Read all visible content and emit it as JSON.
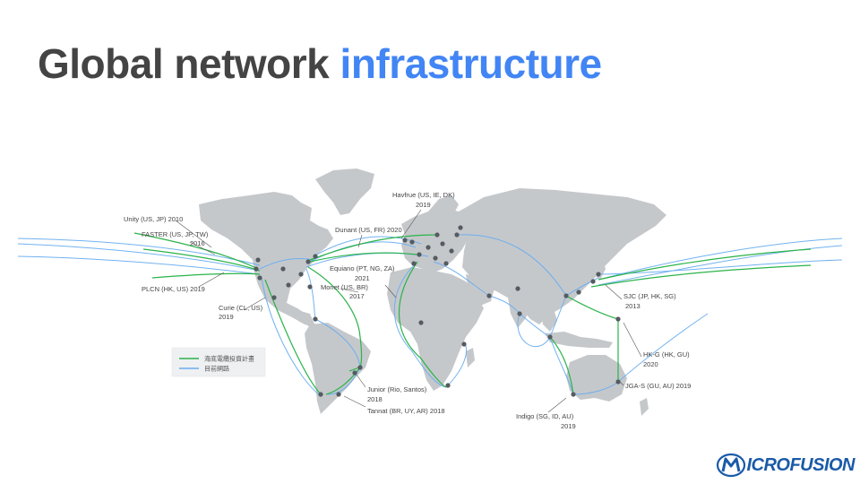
{
  "title": {
    "part1": "Global network",
    "part2": "infrastructure"
  },
  "colors": {
    "title_dark": "#444444",
    "title_accent": "#4285f4",
    "land": "#c5c8cb",
    "cable_green": "#2bb34a",
    "cable_blue": "#6aaef0",
    "node": "#555b61",
    "logo": "#1a5aa8"
  },
  "legend": {
    "green": "海底電纜投資計畫",
    "blue": "目前網路"
  },
  "labels": {
    "unity": "Unity (US, JP) 2010",
    "faster1": "FASTER (US, JP, TW)",
    "faster2": "2016",
    "plcn": "PLCN (HK, US) 2019",
    "curie1": "Curie (CL, US)",
    "curie2": "2019",
    "havfrue1": "Havfrue (US, IE, DK)",
    "havfrue2": "2019",
    "dunant": "Dunant (US, FR) 2020",
    "equiano1": "Equiano (PT, NG, ZA)",
    "equiano2": "2021",
    "monet1": "Monet (US, BR)",
    "monet2": "2017",
    "junior1": "Junior (Rio, Santos)",
    "junior2": "2018",
    "tannat": "Tannat (BR, UY, AR) 2018",
    "sjc1": "SJC (JP, HK, SG)",
    "sjc2": "2013",
    "hkg1": "HK-G (HK, GU)",
    "hkg2": "2020",
    "jgas": "JGA-S (GU, AU) 2019",
    "indigo1": "Indigo (SG, ID, AU)",
    "indigo2": "2019"
  },
  "logo": {
    "text": "ICROFUSION",
    "icon": "m-swoosh-icon"
  }
}
